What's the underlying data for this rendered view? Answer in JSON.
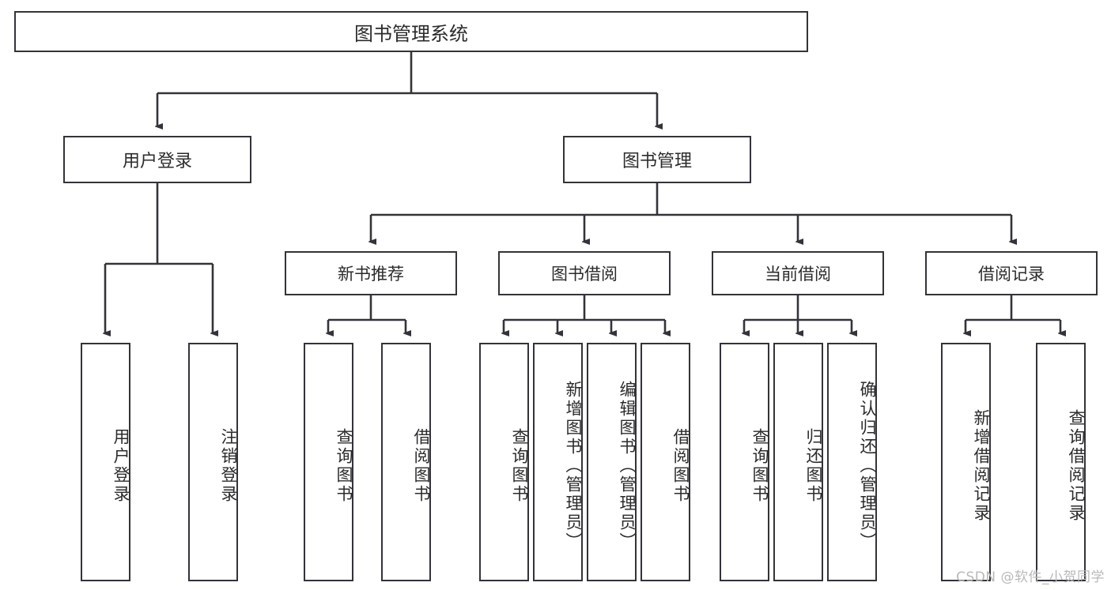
{
  "diagram": {
    "type": "tree-hierarchy-diagram",
    "title": "图书管理系统",
    "watermark": "CSDN @软件_小贺同学",
    "colors": {
      "box_border": "#33333a",
      "box_fill": "#ffffff",
      "line": "#33333a",
      "text": "#2b2b2b",
      "watermark": "#b9b9b9",
      "background": "#ffffff"
    },
    "levels": {
      "root": {
        "label": "图书管理系统"
      },
      "level2": [
        {
          "label": "用户登录"
        },
        {
          "label": "图书管理"
        }
      ],
      "level3": [
        {
          "label": "新书推荐"
        },
        {
          "label": "图书借阅"
        },
        {
          "label": "当前借阅"
        },
        {
          "label": "借阅记录"
        }
      ],
      "leaves": {
        "user_login": [
          {
            "label": "用户登录"
          },
          {
            "label": "注销登录"
          }
        ],
        "new_book_recommend": [
          {
            "label": "查询图书"
          },
          {
            "label": "借阅图书"
          }
        ],
        "book_borrow": [
          {
            "label": "查询图书"
          },
          {
            "label": "新增图书（管理员）"
          },
          {
            "label": "编辑图书（管理员）"
          },
          {
            "label": "借阅图书"
          }
        ],
        "current_borrow": [
          {
            "label": "查询图书"
          },
          {
            "label": "归还图书"
          },
          {
            "label": "确认归还（管理员）"
          }
        ],
        "borrow_record": [
          {
            "label": "新增借阅记录"
          },
          {
            "label": "查询借阅记录"
          }
        ]
      }
    }
  }
}
